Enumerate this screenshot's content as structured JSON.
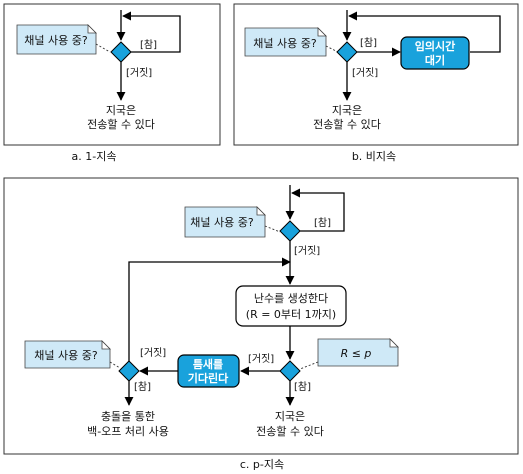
{
  "panel_a": {
    "note": "채널 사용 중?",
    "yes": "[참]",
    "no": "[거짓]",
    "result_line1": "지국은",
    "result_line2": "전송할 수 있다",
    "caption": "a. 1-지속"
  },
  "panel_b": {
    "note": "채널 사용 중?",
    "yes": "[참]",
    "no": "[거짓]",
    "wait_line1": "임의시간",
    "wait_line2": "대기",
    "result_line1": "지국은",
    "result_line2": "전송할 수 있다",
    "caption": "b. 비지속"
  },
  "panel_c": {
    "note_top": "채널 사용 중?",
    "yes_top": "[참]",
    "no_top": "[거짓]",
    "random_line1": "난수를 생성한다",
    "random_line2": "(R = 0부터 1까지)",
    "note_rp": "R ≤ p",
    "no_mid": "[거짓]",
    "yes_mid": "[참]",
    "wait_line1": "틈새를",
    "wait_line2": "기다린다",
    "note_left": "채널 사용 중?",
    "no_left": "[거짓]",
    "yes_left": "[참]",
    "backoff_line1": "충돌을 통한",
    "backoff_line2": "백-오프 처리 사용",
    "result_line1": "지국은",
    "result_line2": "전송할 수 있다",
    "caption": "c. p-지속"
  },
  "colors": {
    "note_fill": "#cfe9f7",
    "diamond_fill": "#19a2dc",
    "box_fill": "#19a2dc"
  }
}
